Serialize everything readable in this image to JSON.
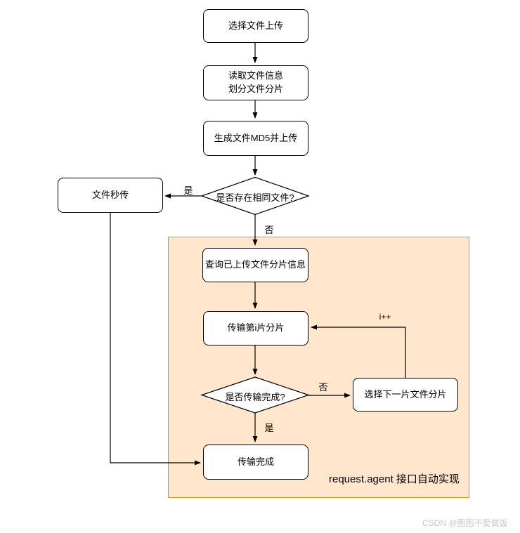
{
  "flowchart": {
    "nodes": {
      "select_file": {
        "label": "选择文件上传"
      },
      "read_info": {
        "line1": "读取文件信息",
        "line2": "划分文件分片"
      },
      "gen_md5": {
        "label": "生成文件MD5并上传"
      },
      "check_same_file": {
        "label": "是否存在相同文件?"
      },
      "instant_upload": {
        "label": "文件秒传"
      },
      "query_chunks": {
        "label": "查询已上传文件分片信息"
      },
      "transfer_chunk_i": {
        "label": "传输第i片分片"
      },
      "check_transfer_done": {
        "label": "是否传输完成?"
      },
      "select_next_chunk": {
        "label": "选择下一片文件分片"
      },
      "transfer_complete": {
        "label": "传输完成"
      }
    },
    "edge_labels": {
      "yes_same_file": "是",
      "no_same_file": "否",
      "no_transfer_done": "否",
      "yes_transfer_done": "是",
      "increment": "i++"
    },
    "region": {
      "label": "request.agent 接口自动实现",
      "fill_color": "#ffe6cc",
      "border_color": "#d79b00"
    },
    "colors": {
      "node_fill": "#ffffff",
      "node_stroke": "#000000",
      "line_color": "#000000",
      "watermark_color": "#c9c9c9"
    },
    "watermark": "CSDN @图图不爱做饭"
  }
}
